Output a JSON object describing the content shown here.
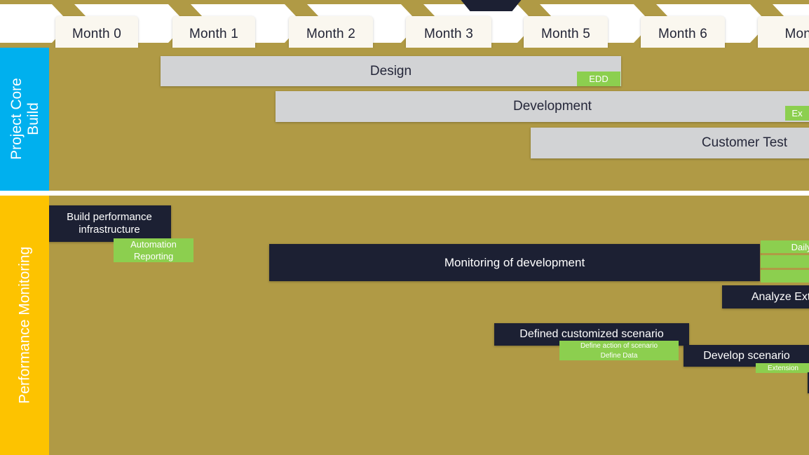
{
  "timeline": {
    "months": [
      {
        "label": "Month 0"
      },
      {
        "label": "Month 1"
      },
      {
        "label": "Month 2"
      },
      {
        "label": "Month 3"
      },
      {
        "label": "Month 5"
      },
      {
        "label": "Month 6"
      },
      {
        "label": "Mont"
      }
    ]
  },
  "lanes": {
    "core": {
      "label": "Project Core\nBuild",
      "label_line1": "Project Core",
      "label_line2": "Build",
      "color": "#00b0ee",
      "bars": [
        {
          "name": "design-bar",
          "label": "Design",
          "type": "grey"
        },
        {
          "name": "edd-badge",
          "label": "EDD",
          "type": "green"
        },
        {
          "name": "development-bar",
          "label": "Development",
          "type": "grey"
        },
        {
          "name": "development-extension-badge",
          "label": "Ex",
          "type": "green"
        },
        {
          "name": "customer-test-bar",
          "label": "Customer Test",
          "type": "grey"
        }
      ]
    },
    "performance": {
      "label": "Performance Monitoring",
      "color": "#fdc300",
      "bars": [
        {
          "name": "build-performance-infrastructure-box",
          "label": "Build performance infrastructure",
          "type": "dark"
        },
        {
          "name": "automation-badge",
          "label": "Automation",
          "type": "green"
        },
        {
          "name": "reporting-badge",
          "label": "Reporting",
          "type": "green"
        },
        {
          "name": "monitoring-of-development-box",
          "label": "Monitoring of development",
          "type": "dark"
        },
        {
          "name": "daily-report-badge",
          "label": "Daily r",
          "type": "green"
        },
        {
          "name": "monitoring-badge-2",
          "label": "",
          "type": "green"
        },
        {
          "name": "monitoring-badge-3",
          "label": "",
          "type": "green"
        },
        {
          "name": "analyze-extension-box",
          "label": "Analyze Exten",
          "type": "dark"
        },
        {
          "name": "defined-customized-scenario-box",
          "label": "Defined customized scenario",
          "type": "dark"
        },
        {
          "name": "define-action-of-scenario-badge",
          "label": "Define action of scenario",
          "type": "green"
        },
        {
          "name": "define-data-badge",
          "label": "Define Data",
          "type": "green"
        },
        {
          "name": "develop-scenario-box",
          "label": "Develop scenario",
          "type": "dark"
        },
        {
          "name": "develop-scenario-extension-badge",
          "label": "Extension",
          "type": "green"
        }
      ]
    }
  },
  "palette": {
    "background_gold": "#b09a45",
    "lane_core_accent": "#00b0ee",
    "lane_perf_accent": "#fdc300",
    "bar_grey": "#d2d3d5",
    "bar_dark": "#1c2033",
    "bar_green": "#8ccf4f",
    "chevron_white": "#ffffff",
    "month_card": "#faf7ef"
  }
}
